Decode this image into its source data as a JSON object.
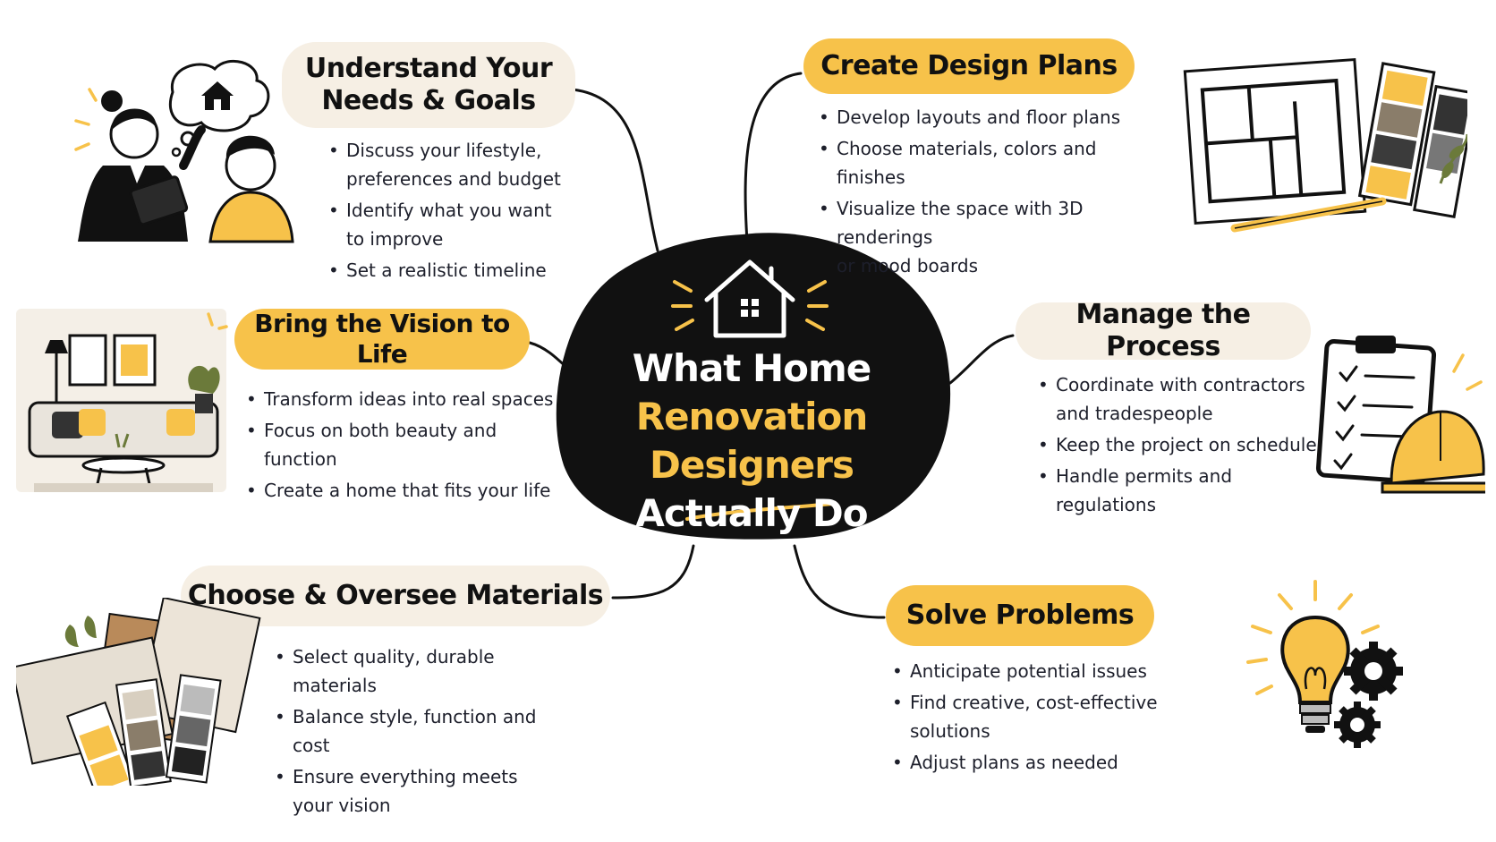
{
  "colors": {
    "accent": "#f7c24a",
    "dark": "#111111",
    "beige": "#f6efe4"
  },
  "center": {
    "line1": "What Home",
    "line2": "Renovation Designers",
    "line3": "Actually Do",
    "icon": "house-icon"
  },
  "nodes": {
    "understand": {
      "title": "Understand Your\nNeeds & Goals",
      "bullets": [
        "Discuss your lifestyle,\npreferences and budget",
        "Identify what you want\nto improve",
        "Set a realistic timeline"
      ],
      "icon": "consultation-illustration"
    },
    "create": {
      "title": "Create Design Plans",
      "bullets": [
        "Develop layouts and floor plans",
        "Choose materials, colors and finishes",
        "Visualize the space with 3D renderings\nor mood boards"
      ],
      "icon": "floor-plan-illustration"
    },
    "vision": {
      "title": "Bring the Vision to Life",
      "bullets": [
        "Transform ideas into real spaces",
        "Focus on both beauty and function",
        "Create a home that fits your life"
      ],
      "icon": "living-room-illustration"
    },
    "manage": {
      "title": "Manage the Process",
      "bullets": [
        "Coordinate with contractors\nand tradespeople",
        "Keep the project on schedule",
        "Handle permits and regulations"
      ],
      "icon": "clipboard-hardhat-illustration"
    },
    "materials": {
      "title": "Choose & Oversee Materials",
      "bullets": [
        "Select quality, durable materials",
        "Balance style, function and cost",
        "Ensure everything meets\nyour vision"
      ],
      "icon": "material-samples-illustration"
    },
    "solve": {
      "title": "Solve Problems",
      "bullets": [
        "Anticipate potential issues",
        "Find creative, cost-effective solutions",
        "Adjust plans as needed"
      ],
      "icon": "lightbulb-gears-illustration"
    }
  }
}
